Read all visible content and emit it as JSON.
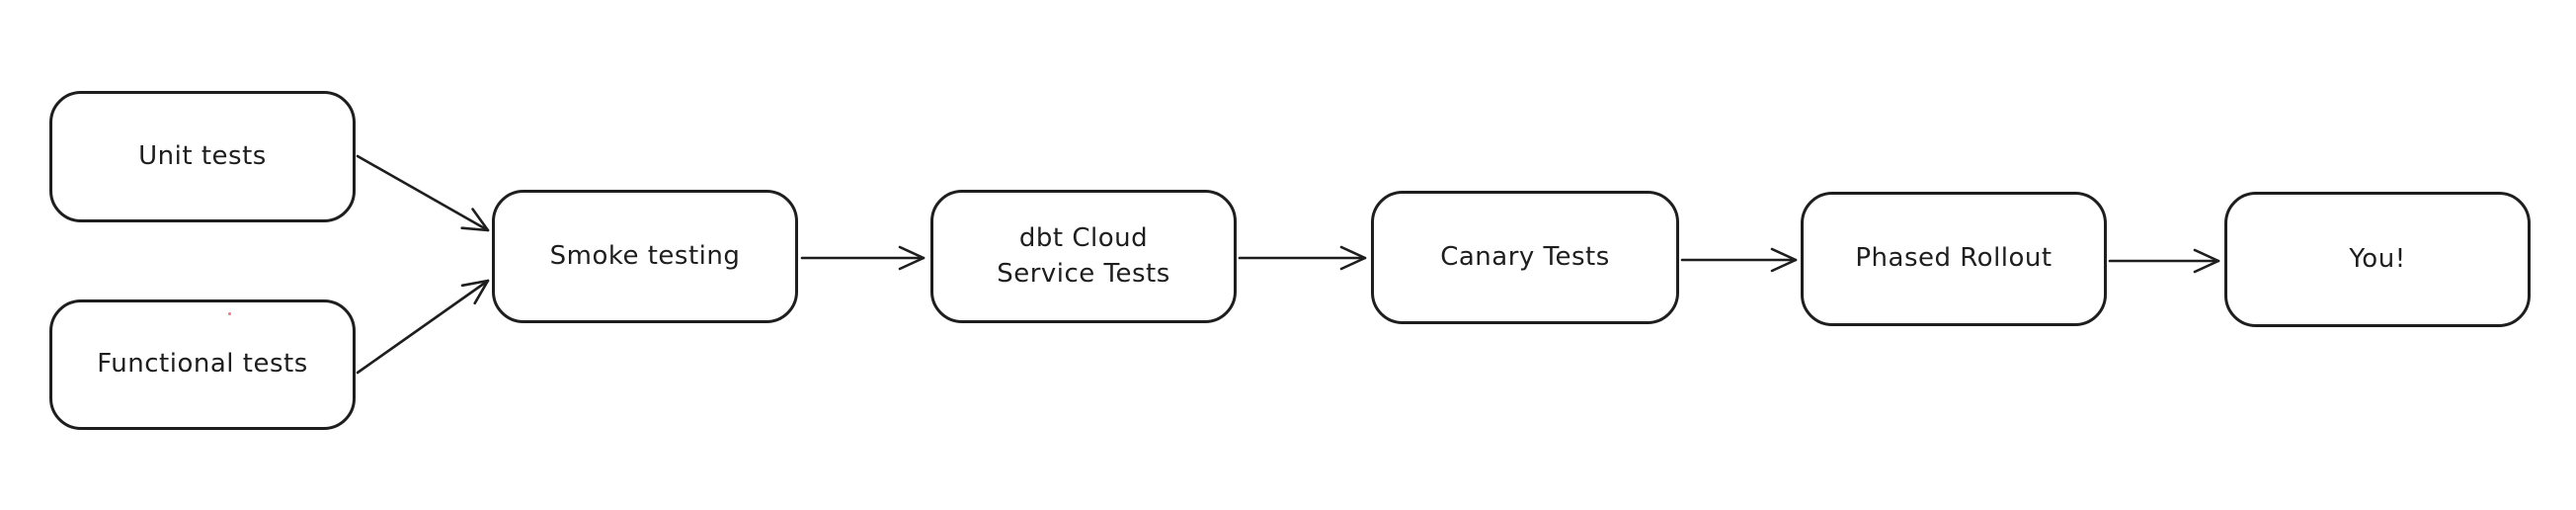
{
  "diagram": {
    "type": "flowchart",
    "background_color": "#ffffff",
    "stroke_color": "#1e1e1e",
    "node_fill_color": "#ffffff",
    "nodes": [
      {
        "id": "unit-tests",
        "label": "Unit tests"
      },
      {
        "id": "functional-tests",
        "label": "Functional tests"
      },
      {
        "id": "smoke-testing",
        "label": "Smoke testing"
      },
      {
        "id": "dbt-cloud-service-tests",
        "label": "dbt Cloud\nService Tests"
      },
      {
        "id": "canary-tests",
        "label": "Canary Tests"
      },
      {
        "id": "phased-rollout",
        "label": "Phased Rollout"
      },
      {
        "id": "you",
        "label": "You!"
      }
    ],
    "edges": [
      {
        "from": "unit-tests",
        "to": "smoke-testing"
      },
      {
        "from": "functional-tests",
        "to": "smoke-testing"
      },
      {
        "from": "smoke-testing",
        "to": "dbt-cloud-service-tests"
      },
      {
        "from": "dbt-cloud-service-tests",
        "to": "canary-tests"
      },
      {
        "from": "canary-tests",
        "to": "phased-rollout"
      },
      {
        "from": "phased-rollout",
        "to": "you"
      }
    ]
  }
}
